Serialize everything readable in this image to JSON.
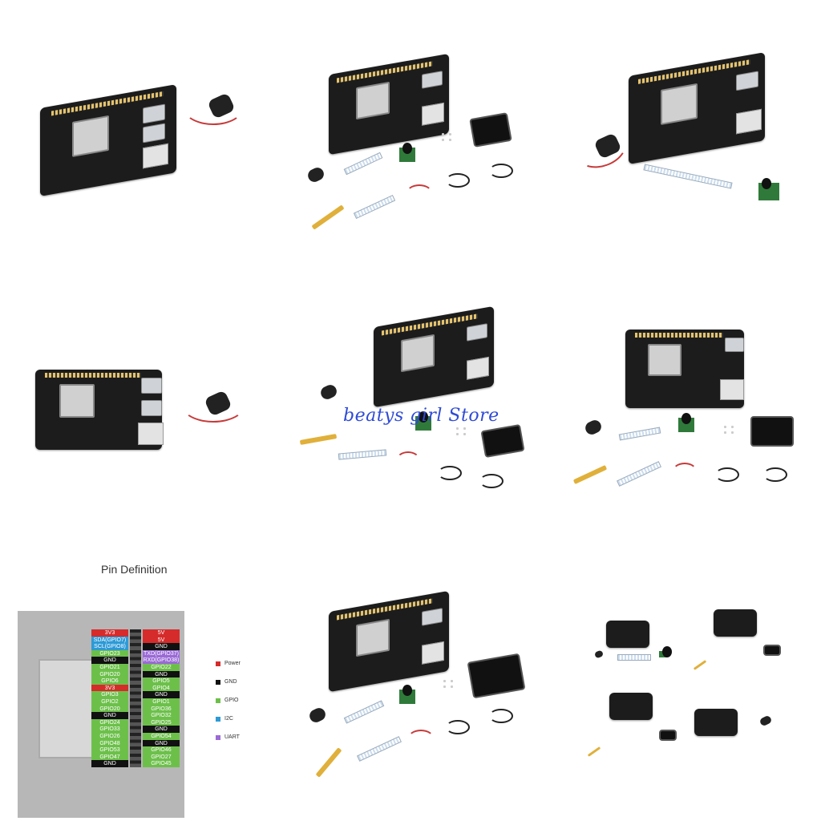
{
  "watermark": "beatys girl Store",
  "pin_definition": {
    "title": "Pin Definition",
    "left_pins": [
      {
        "label": "3V3",
        "color": "#d62b2b"
      },
      {
        "label": "SDA(GPIO7)",
        "color": "#2d9ad6"
      },
      {
        "label": "SCL(GPIO8)",
        "color": "#2d9ad6"
      },
      {
        "label": "GPIO23",
        "color": "#6cc04a"
      },
      {
        "label": "GND",
        "color": "#111111"
      },
      {
        "label": "GPIO21",
        "color": "#6cc04a"
      },
      {
        "label": "GPIO20",
        "color": "#6cc04a"
      },
      {
        "label": "GPIO6",
        "color": "#6cc04a"
      },
      {
        "label": "3V3",
        "color": "#d62b2b"
      },
      {
        "label": "GPIO3",
        "color": "#6cc04a"
      },
      {
        "label": "GPIO2",
        "color": "#6cc04a"
      },
      {
        "label": "GPIO20",
        "color": "#6cc04a"
      },
      {
        "label": "GND",
        "color": "#111111"
      },
      {
        "label": "GPIO24",
        "color": "#6cc04a"
      },
      {
        "label": "GPIO33",
        "color": "#6cc04a"
      },
      {
        "label": "GPIO26",
        "color": "#6cc04a"
      },
      {
        "label": "GPIO48",
        "color": "#6cc04a"
      },
      {
        "label": "GPIO53",
        "color": "#6cc04a"
      },
      {
        "label": "GPIO47",
        "color": "#6cc04a"
      },
      {
        "label": "GND",
        "color": "#111111"
      }
    ],
    "right_pins": [
      {
        "label": "5V",
        "color": "#d62b2b"
      },
      {
        "label": "5V",
        "color": "#d62b2b"
      },
      {
        "label": "GND",
        "color": "#111111"
      },
      {
        "label": "TXD(GPIO37)",
        "color": "#9a6ad6"
      },
      {
        "label": "RXD(GPIO38)",
        "color": "#9a6ad6"
      },
      {
        "label": "GPIO22",
        "color": "#6cc04a"
      },
      {
        "label": "GND",
        "color": "#111111"
      },
      {
        "label": "GPIO5",
        "color": "#6cc04a"
      },
      {
        "label": "GPIO4",
        "color": "#6cc04a"
      },
      {
        "label": "GND",
        "color": "#111111"
      },
      {
        "label": "GPIO1",
        "color": "#6cc04a"
      },
      {
        "label": "GPIO36",
        "color": "#6cc04a"
      },
      {
        "label": "GPIO32",
        "color": "#6cc04a"
      },
      {
        "label": "GPIO25",
        "color": "#6cc04a"
      },
      {
        "label": "GND",
        "color": "#111111"
      },
      {
        "label": "GPIO54",
        "color": "#6cc04a"
      },
      {
        "label": "GND",
        "color": "#111111"
      },
      {
        "label": "GPIO46",
        "color": "#6cc04a"
      },
      {
        "label": "GPIO27",
        "color": "#6cc04a"
      },
      {
        "label": "GPIO45",
        "color": "#6cc04a"
      }
    ],
    "legend": [
      {
        "label": "Power",
        "color": "#d62b2b"
      },
      {
        "label": "GND",
        "color": "#111111"
      },
      {
        "label": "GPIO",
        "color": "#6cc04a"
      },
      {
        "label": "I2C",
        "color": "#2d9ad6"
      },
      {
        "label": "UART",
        "color": "#9a6ad6"
      }
    ]
  }
}
